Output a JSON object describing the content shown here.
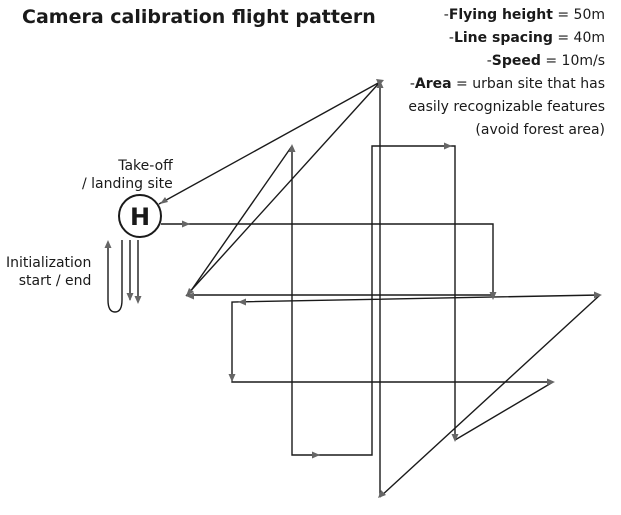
{
  "title": "Camera calibration flight pattern",
  "parameters": [
    {
      "prefix": "-",
      "key": "Flying height",
      "value": " = 50m"
    },
    {
      "prefix": "-",
      "key": "Line spacing",
      "value": " = 40m"
    },
    {
      "prefix": "-",
      "key": "Speed",
      "value": " = 10m/s"
    },
    {
      "prefix": "-",
      "key": "Area",
      "value": " = urban site that has"
    }
  ],
  "area_continuation": [
    "easily recognizable features",
    "(avoid forest area)"
  ],
  "takeoff_label": [
    "Take-off",
    "/ landing site"
  ],
  "init_label": [
    "Initialization",
    "start / end"
  ],
  "helipad_letter": "H",
  "colors": {
    "line": "#1a1a1a",
    "arrow": "#666666"
  }
}
